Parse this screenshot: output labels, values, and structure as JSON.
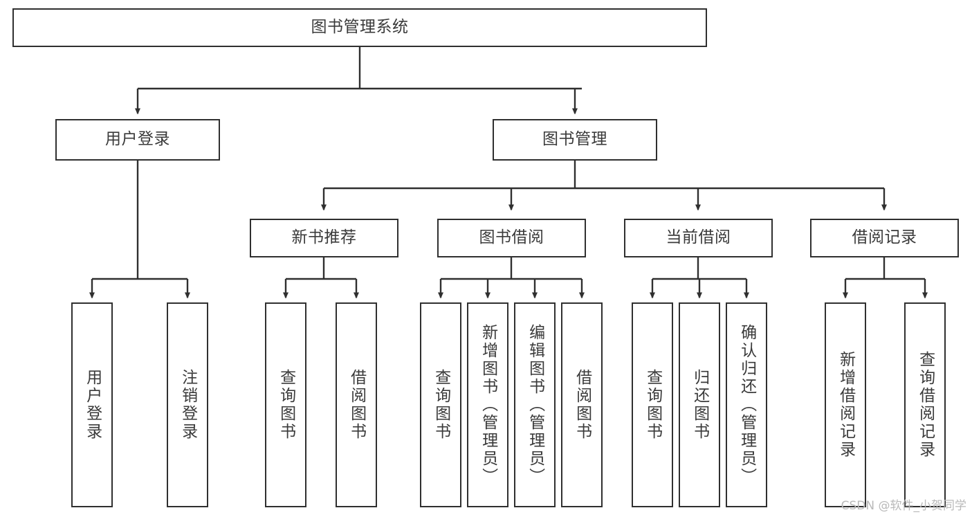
{
  "diagram": {
    "title": "图书管理系统",
    "root": {
      "label": "图书管理系统"
    },
    "level2": [
      {
        "label": "用户登录"
      },
      {
        "label": "图书管理"
      }
    ],
    "level3": [
      {
        "label": "新书推荐"
      },
      {
        "label": "图书借阅"
      },
      {
        "label": "当前借阅"
      },
      {
        "label": "借阅记录"
      }
    ],
    "leaves": {
      "user_login": [
        {
          "label": "用户登录"
        },
        {
          "label": "注销登录"
        }
      ],
      "new_book_recommend": [
        {
          "label": "查询图书"
        },
        {
          "label": "借阅图书"
        }
      ],
      "book_borrow": [
        {
          "label": "查询图书"
        },
        {
          "label": "新增图书（管理员）"
        },
        {
          "label": "编辑图书（管理员）"
        },
        {
          "label": "借阅图书"
        }
      ],
      "current_borrow": [
        {
          "label": "查询图书"
        },
        {
          "label": "归还图书"
        },
        {
          "label": "确认归还（管理员）"
        }
      ],
      "borrow_record": [
        {
          "label": "新增借阅记录"
        },
        {
          "label": "查询借阅记录"
        }
      ]
    }
  },
  "watermark": {
    "text": "CSDN @软件_小贺同学"
  },
  "colors": {
    "border": "#2f2f2f",
    "text": "#3a3a3a",
    "background": "#ffffff",
    "watermark": "#b9b9b9"
  }
}
